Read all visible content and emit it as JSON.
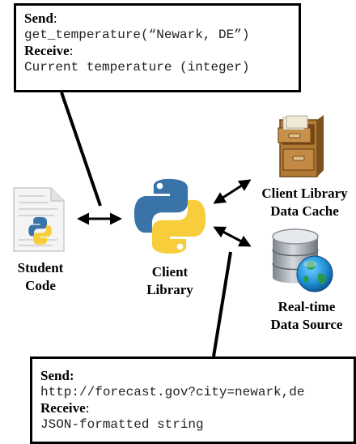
{
  "top_box": {
    "send_label": "Send",
    "send_code": "get_temperature(“Newark, DE”)",
    "receive_label": "Receive",
    "receive_code": "Current temperature (integer)"
  },
  "bottom_box": {
    "send_label": "Send:",
    "send_code": "http://forecast.gov?city=newark,de",
    "receive_label": "Receive",
    "receive_code": "JSON-formatted string"
  },
  "nodes": {
    "student_code": {
      "line1": "Student",
      "line2": "Code",
      "icon": "python-file-icon"
    },
    "client_library": {
      "line1": "Client",
      "line2": "Library",
      "icon": "python-logo-icon"
    },
    "cache": {
      "line1": "Client Library",
      "line2": "Data Cache",
      "icon": "file-cabinet-icon"
    },
    "data_source": {
      "line1": "Real-time",
      "line2": "Data Source",
      "icon": "database-globe-icon"
    }
  },
  "colors": {
    "python_blue": "#3a73a8",
    "python_yellow": "#f7cd3c",
    "cabinet_wood": "#b27a35",
    "db_silver": "#9ca3ac",
    "globe_blue": "#1f8fd6"
  }
}
